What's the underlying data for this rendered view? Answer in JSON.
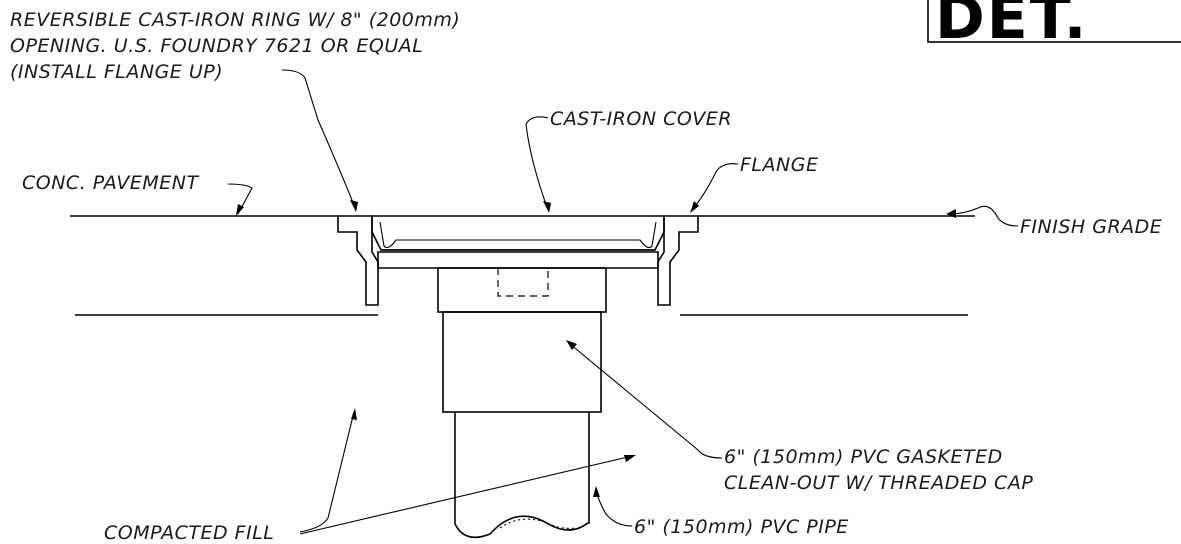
{
  "labels": {
    "ring_line1": "REVERSIBLE CAST-IRON RING W/ 8\" (200mm)",
    "ring_line2": "OPENING.  U.S. FOUNDRY 7621 OR EQUAL",
    "ring_line3": "(INSTALL FLANGE UP)",
    "cover": "CAST-IRON COVER",
    "pavement": "CONC. PAVEMENT",
    "flange": "FLANGE",
    "finish_grade": "FINISH GRADE",
    "cleanout_line1": "6\" (150mm) PVC GASKETED",
    "cleanout_line2": "CLEAN-OUT W/ THREADED CAP",
    "fill": "COMPACTED FILL",
    "pipe": "6\" (150mm) PVC PIPE"
  },
  "title_block": {
    "text": "DET."
  }
}
